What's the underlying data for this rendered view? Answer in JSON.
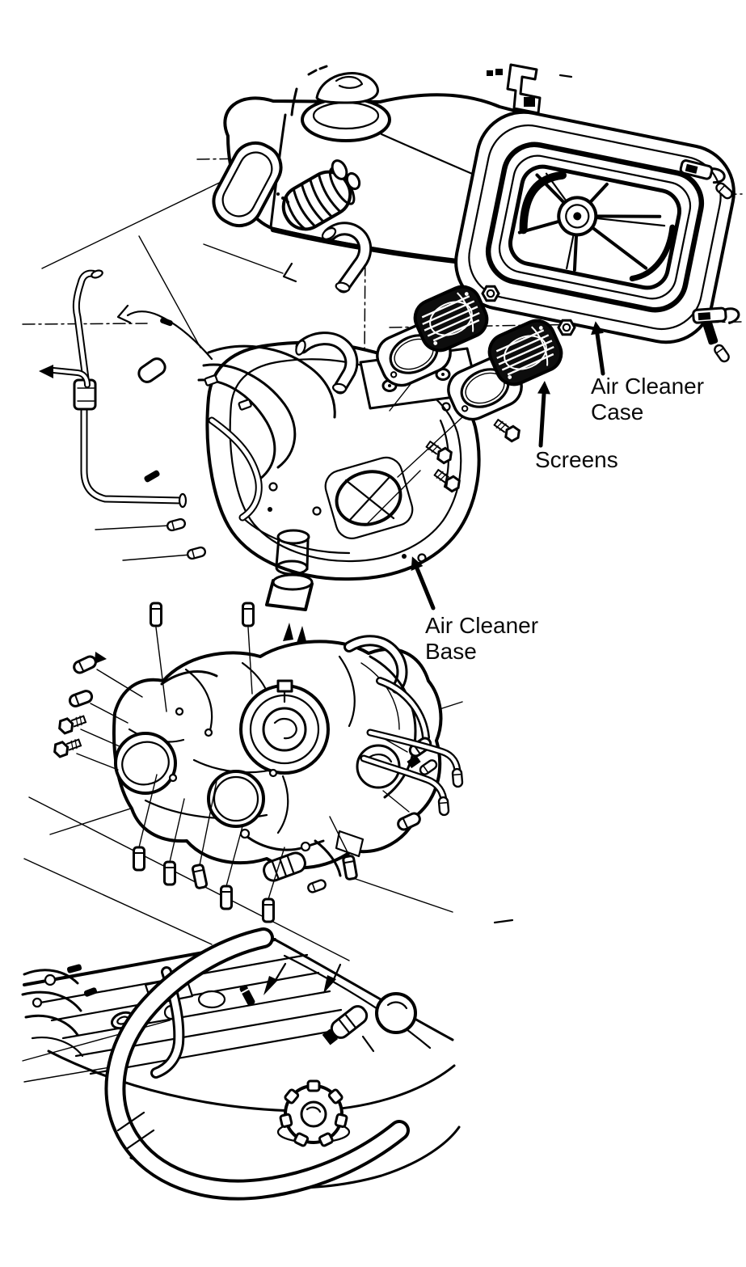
{
  "diagram": {
    "kind": "exploded parts illustration",
    "subject": "Air cleaner assembly, carburetor and engine top view",
    "ink_color": "#000000",
    "paper_color": "#ffffff",
    "labels": {
      "case": {
        "line1": "Air Cleaner",
        "line2": "Case"
      },
      "screens": {
        "text": "Screens"
      },
      "base": {
        "line1": "Air Cleaner",
        "line2": "Base"
      }
    }
  }
}
